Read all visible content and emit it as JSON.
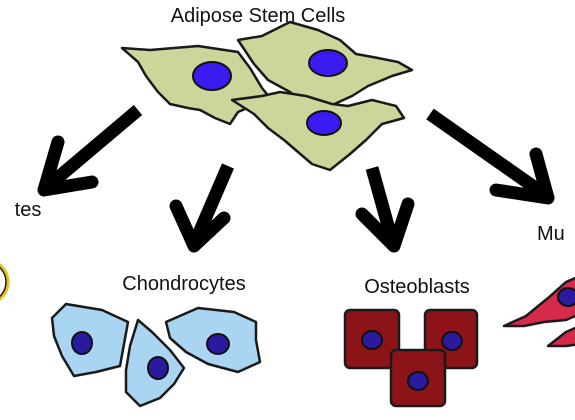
{
  "labels": {
    "source": "Adipose Stem Cells",
    "left_cut": "tes",
    "chondrocytes": "Chondrocytes",
    "osteoblasts": "Osteoblasts",
    "right_cut": "Mu"
  },
  "colors": {
    "stem_cell_fill": "#cdd69a",
    "stem_nucleus": "#3a1cf0",
    "chondrocyte_fill": "#a9d4f2",
    "osteoblast_fill": "#8c1418",
    "muscle_fill": "#d62a4a",
    "nucleus_dark": "#2a1a9e",
    "arrow": "#000000",
    "adipocyte_ring": "#e8c020"
  }
}
